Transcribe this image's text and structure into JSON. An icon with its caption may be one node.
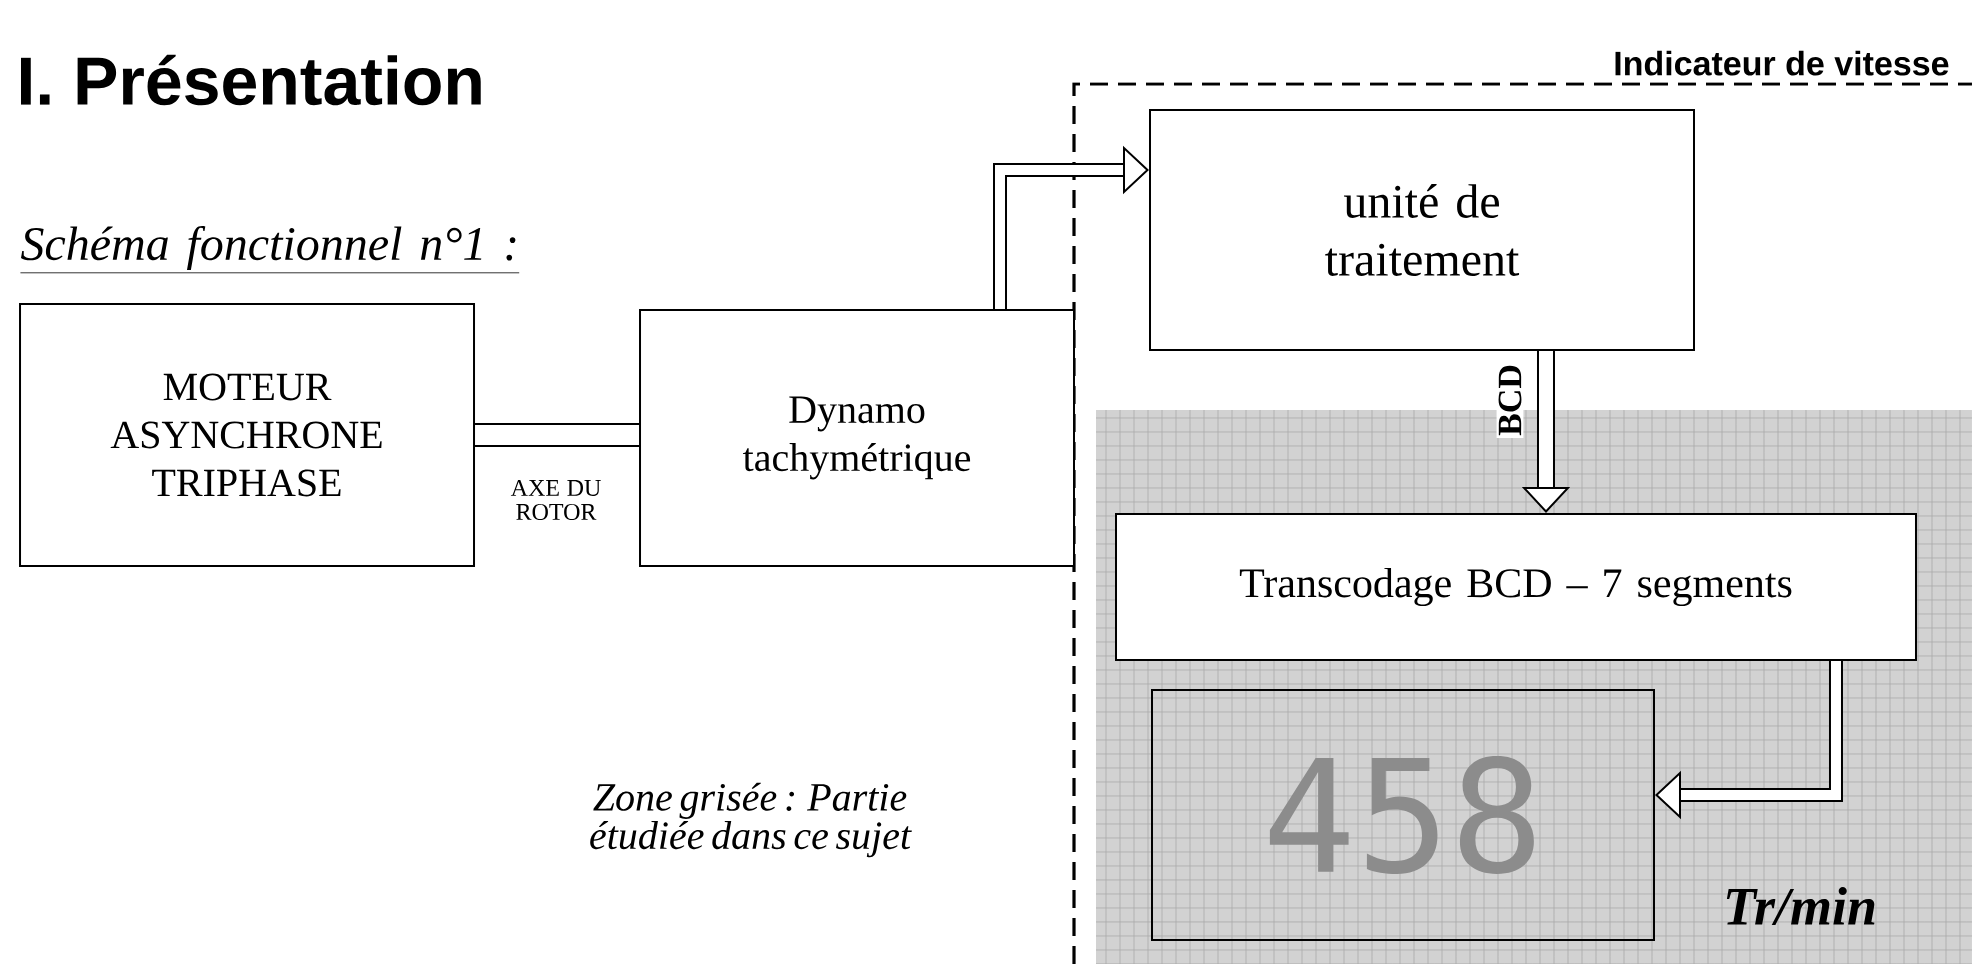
{
  "diagram": {
    "title": "I. Présentation",
    "nodes": [
      {
        "text": [
          "Indicateur de vitesse"
        ]
      },
      {
        "text": [
          "MOTEUR ASYNCHRONE TRIPHASE"
        ]
      },
      {
        "text": [
          "Dynamo tachymétrique"
        ]
      },
      {
        "text": [
          "unité de traitement"
        ],
        "in": 0
      },
      {
        "text": [],
        "shape": "box",
        "in": 0
      },
      {
        "text": [
          "Transcodage BCD – 7 segments"
        ],
        "in": 4
      },
      {
        "text": [
          "458"
        ],
        "beside": [
          "Tr/min"
        ],
        "in": 4
      }
    ],
    "edges": [
      {
        "from": 1,
        "to": 2,
        "arrow": "none",
        "label": "AXE DU ROTOR"
      },
      {
        "from": 2,
        "to": 3,
        "arrow": "to"
      },
      {
        "from": 3,
        "to": 5,
        "arrow": "to",
        "label": "BCD"
      },
      {
        "from": 5,
        "to": 6,
        "arrow": "to"
      }
    ],
    "labels": [
      "Schéma fonctionnel n°1 :",
      "Zone grisée : Partie étudiée dans ce sujet"
    ]
  }
}
